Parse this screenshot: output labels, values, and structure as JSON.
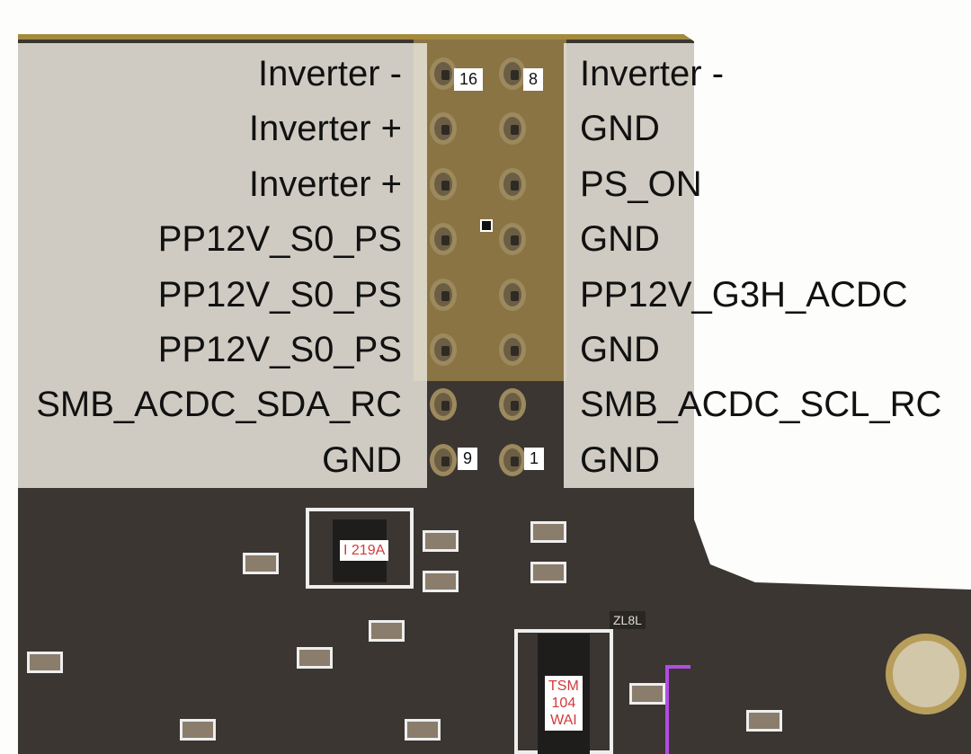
{
  "pinout": {
    "left": [
      "Inverter -",
      "Inverter +",
      "Inverter +",
      "PP12V_S0_PS",
      "PP12V_S0_PS",
      "PP12V_S0_PS",
      "SMB_ACDC_SDA_RC",
      "GND"
    ],
    "right": [
      "Inverter -",
      "GND",
      "PS_ON",
      "GND",
      "PP12V_G3H_ACDC",
      "GND",
      "SMB_ACDC_SCL_RC",
      "GND"
    ],
    "pin_numbers": {
      "top_left": "16",
      "top_right": "8",
      "bottom_left": "9",
      "bottom_right": "1"
    }
  },
  "chips": {
    "u1": "I 219A",
    "u2_line1": "TSM",
    "u2_line2": "104",
    "u2_line3": "WAI",
    "marking": "ZL8L"
  }
}
